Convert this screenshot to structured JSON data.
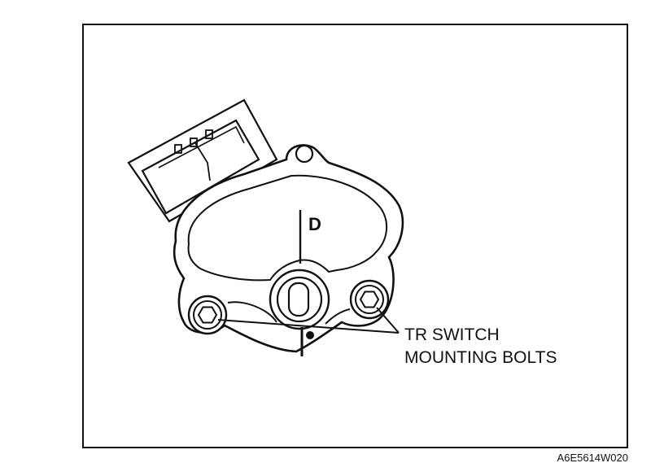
{
  "diagram": {
    "callout_line1": "TR SWITCH",
    "callout_line2": "MOUNTING BOLTS",
    "position_mark": "D",
    "figure_code": "A6E5614W020"
  }
}
